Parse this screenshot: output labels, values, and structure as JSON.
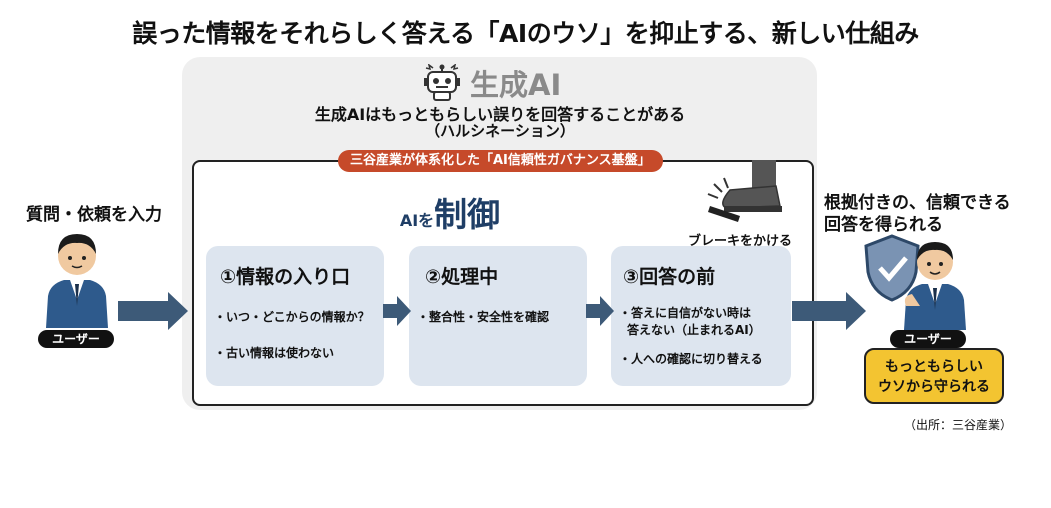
{
  "title": "誤った情報をそれらしく答える「AIのウソ」を抑止する、新しい仕組み",
  "ai": {
    "heading": "生成AI",
    "hallucination_line1": "生成AIはもっともらしい誤りを回答することがある",
    "hallucination_line2": "（ハルシネーション）"
  },
  "framework_badge": "三谷産業が体系化した「AI信頼性ガバナンス基盤」",
  "control": {
    "prefix": "AIを",
    "main": "制御"
  },
  "brake_label": "ブレーキをかける",
  "steps": [
    {
      "title": "①情報の入り口",
      "items": [
        "・いつ・どこからの情報か？",
        "・古い情報は使わない"
      ]
    },
    {
      "title": "②処理中",
      "items": [
        "・整合性・安全性を確認"
      ]
    },
    {
      "title": "③回答の前",
      "items": [
        "・答えに自信がない時は",
        "答えない（止まれるAI）",
        "・人への確認に切り替える"
      ]
    }
  ],
  "input_label": "質問・依頼を入力",
  "output_label_line1": "根拠付きの、信頼できる",
  "output_label_line2": "回答を得られる",
  "user_label": "ユーザー",
  "protect_line1": "もっともらしい",
  "protect_line2": "ウソから守られる",
  "source": "（出所：三谷産業）",
  "colors": {
    "accent_red": "#c64a2a",
    "navy": "#1f3e66",
    "arrow": "#3d5a78",
    "step_bg": "#dde5ef",
    "badge_yellow": "#f3c431"
  }
}
